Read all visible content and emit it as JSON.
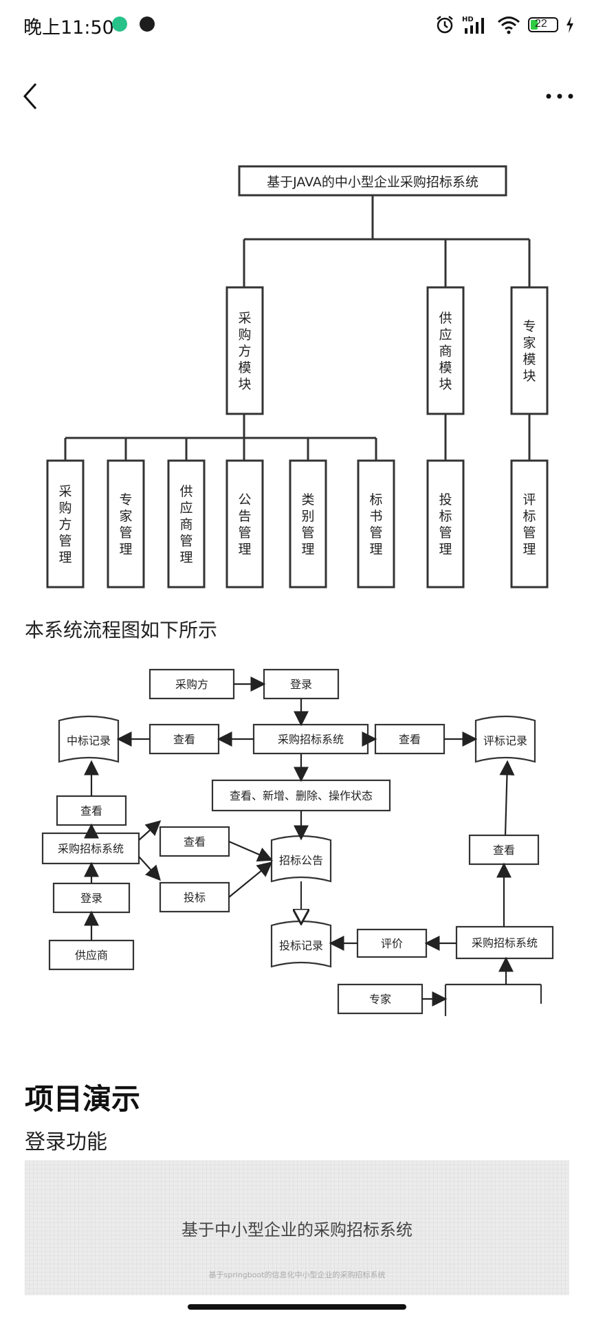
{
  "status_bar": {
    "time": "晚上11:50",
    "battery": "22",
    "signal_label": "HD"
  },
  "org_chart": {
    "root": "基于JAVA的中小型企业采购招标系统",
    "modules": [
      "采购方模块",
      "供应商模块",
      "专家模块"
    ],
    "leaves": [
      "采购方管理",
      "专家管理",
      "供应商管理",
      "公告管理",
      "类别管理",
      "标书管理",
      "投标管理",
      "评标管理"
    ]
  },
  "flow_caption": "本系统流程图如下所示",
  "flowchart": {
    "nodes": {
      "buyer": "采购方",
      "login_top": "登录",
      "system_top": "采购招标系统",
      "view_left": "查看",
      "view_right": "查看",
      "win_record": "中标记录",
      "eval_record": "评标记录",
      "ops": "查看、新增、删除、操作状态",
      "view_mid": "查看",
      "system_left": "采购招标系统",
      "view_sup": "查看",
      "bid": "投标",
      "notice": "招标公告",
      "login_left": "登录",
      "supplier": "供应商",
      "bid_record": "投标记录",
      "evaluate": "评价",
      "system_right": "采购招标系统",
      "view_exp": "查看",
      "expert": "专家"
    }
  },
  "section": {
    "title": "项目演示",
    "subtitle": "登录功能"
  },
  "preview": {
    "title": "基于中小型企业的采购招标系统",
    "subtitle": "基于springboot的信息化中小型企业的采购招标系统"
  }
}
